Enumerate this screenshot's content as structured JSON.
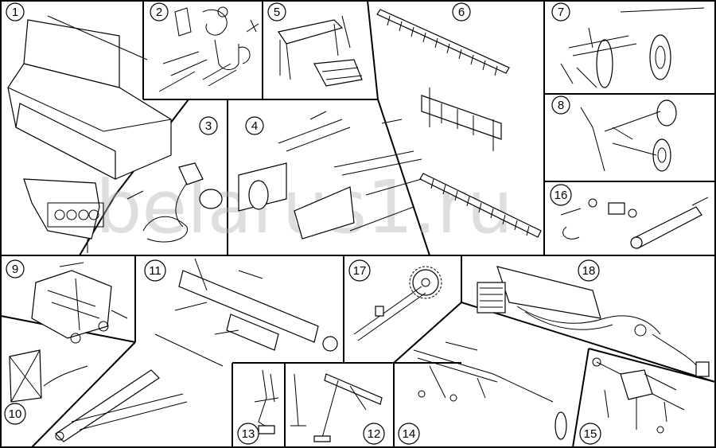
{
  "diagram": {
    "watermark": "belarus1.ru",
    "panels": [
      {
        "id": "p1",
        "label": "1"
      },
      {
        "id": "p2",
        "label": "2"
      },
      {
        "id": "p3",
        "label": "3"
      },
      {
        "id": "p4",
        "label": "4"
      },
      {
        "id": "p5",
        "label": "5"
      },
      {
        "id": "p6",
        "label": "6"
      },
      {
        "id": "p7",
        "label": "7"
      },
      {
        "id": "p8",
        "label": "8"
      },
      {
        "id": "p9",
        "label": "9"
      },
      {
        "id": "p10",
        "label": "10"
      },
      {
        "id": "p11",
        "label": "11"
      },
      {
        "id": "p12",
        "label": "12"
      },
      {
        "id": "p13",
        "label": "13"
      },
      {
        "id": "p14",
        "label": "14"
      },
      {
        "id": "p15",
        "label": "15"
      },
      {
        "id": "p16",
        "label": "16"
      },
      {
        "id": "p17",
        "label": "17"
      },
      {
        "id": "p18",
        "label": "18"
      }
    ]
  }
}
